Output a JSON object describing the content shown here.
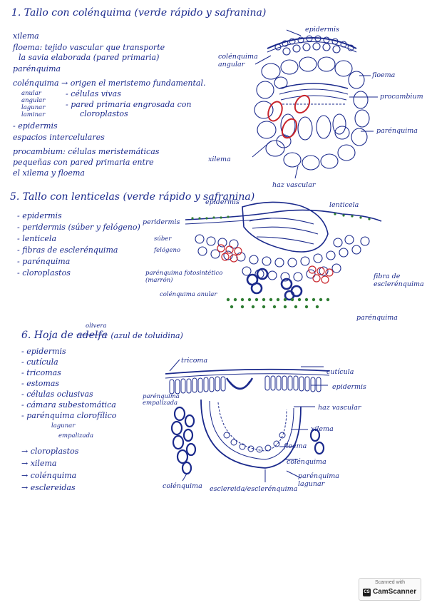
{
  "section1": {
    "title": "1. Tallo con colénquima (verde rápido y safranina)",
    "items": [
      "xilema",
      "floema: tejido vascular que transporte",
      "la savia elaborada (pared primaria)",
      "parénquima",
      "colénquima → origen el meristemo fundamental.",
      "- células vivas",
      "- pared primaria engrosada con",
      "cloroplastos",
      "- epidermis",
      "espacios intercelulares",
      "procambium: células meristemáticas",
      "pequeñas con pared primaria entre",
      "el xilema y floema"
    ],
    "types": [
      "anular",
      "angular",
      "lagunar",
      "laminar"
    ],
    "labels": {
      "epidermis": "epidermis",
      "colenquima": "colénquima angular",
      "floema": "floema",
      "procambium": "procambium",
      "parenquima": "parénquima",
      "xilema": "xilema",
      "haz": "haz vascular"
    }
  },
  "section5": {
    "title": "5. Tallo con lenticelas (verde rápido y safranina)",
    "items": [
      "- epidermis",
      "- peridermis (súber y felógeno)",
      "- lenticela",
      "- fibras de esclerénquima",
      "- parénquima",
      "- cloroplastos"
    ],
    "labels": {
      "epidermis": "epidermis",
      "lenticela": "lenticela",
      "peridermis": "peridermis",
      "suber": "súber",
      "felogeno": "felógeno",
      "parenquima_foto": "parénquima fotosintético (marrón)",
      "colenquima": "colénquima anular",
      "fibra": "fibra de esclerénquima",
      "parenquima": "parénquima"
    }
  },
  "section6": {
    "title_a": "6. Hoja de",
    "title_struck": "adelfa",
    "title_insert": "olivera",
    "title_b": "(azul de toluidina)",
    "items": [
      "- epidermis",
      "- cutícula",
      "- tricomas",
      "- estomas",
      "- células oclusivas",
      "- cámara subestomática",
      "- parénquima clorofílico"
    ],
    "sub_items": [
      "lagunar",
      "empalizada"
    ],
    "more_items": [
      "→ cloroplastos",
      "→ xilema",
      "→ colénquima",
      "→ esclereidas"
    ],
    "labels": {
      "tricoma": "tricoma",
      "cuticula": "cutícula",
      "epidermis": "epidermis",
      "emp": "parénquima empalizada",
      "haz": "haz vascular",
      "xilema": "xilema",
      "floema": "floema",
      "colenquima_r": "colénquima",
      "lagunar": "parénquima lagunar",
      "colenquima_b": "colénquima",
      "esclereida": "esclereida/esclerénquima"
    }
  },
  "stamp": {
    "top": "Scanned with",
    "brand": "CamScanner",
    "logo": "CS"
  }
}
